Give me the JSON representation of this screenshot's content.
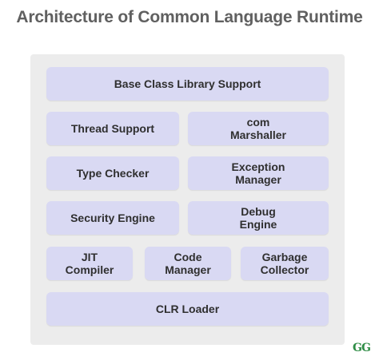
{
  "title": "Architecture of Common Language Runtime",
  "blocks": {
    "base_class_library": "Base Class Library Support",
    "thread_support": "Thread Support",
    "com_marshaller": "com\nMarshaller",
    "type_checker": "Type Checker",
    "exception_manager": "Exception\nManager",
    "security_engine": "Security Engine",
    "debug_engine": "Debug\nEngine",
    "jit_compiler": "JIT\nCompiler",
    "code_manager": "Code\nManager",
    "garbage_collector": "Garbage\nCollector",
    "clr_loader": "CLR Loader"
  },
  "logo": "GG"
}
